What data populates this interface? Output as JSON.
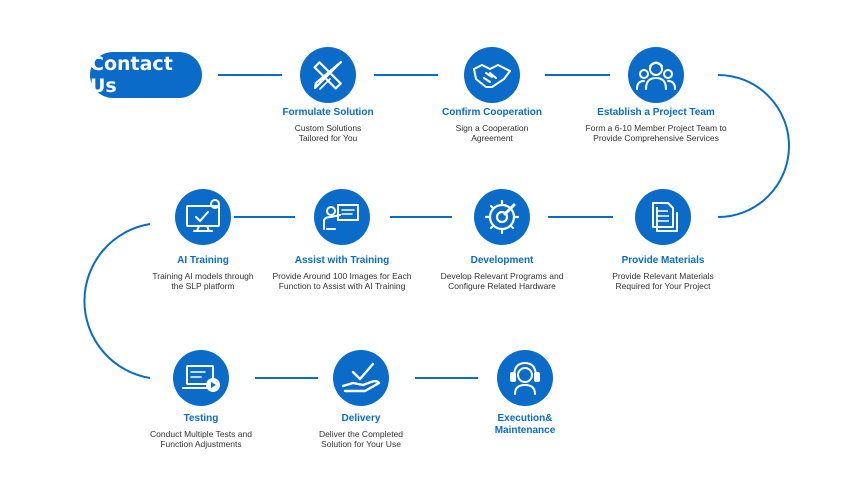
{
  "colors": {
    "accent": "#0a6cc8"
  },
  "contact": {
    "label": "Contact Us"
  },
  "steps": [
    {
      "icon": "pencil-ruler-icon",
      "title": "Formulate Solution",
      "desc": "Custom Solutions\nTailored for You"
    },
    {
      "icon": "handshake-icon",
      "title": "Confirm Cooperation",
      "desc": "Sign a Cooperation\nAgreement"
    },
    {
      "icon": "team-icon",
      "title": "Establish a Project Team",
      "desc": "Form a 6-10 Member Project Team to\nProvide Comprehensive Services"
    },
    {
      "icon": "documents-icon",
      "title": "Provide Materials",
      "desc": "Provide Relevant Materials\nRequired for Your Project"
    },
    {
      "icon": "wrench-gear-icon",
      "title": "Development",
      "desc": "Develop Relevant Programs and\nConfigure Related Hardware"
    },
    {
      "icon": "presenter-board-icon",
      "title": "Assist with Training",
      "desc": "Provide Around 100 Images for Each\nFunction to Assist with AI Training"
    },
    {
      "icon": "ai-monitor-icon",
      "title": "AI Training",
      "desc": "Training AI models through\nthe SLP platform"
    },
    {
      "icon": "laptop-video-icon",
      "title": "Testing",
      "desc": "Conduct Multiple Tests and\nFunction Adjustments"
    },
    {
      "icon": "hand-check-icon",
      "title": "Delivery",
      "desc": "Deliver the Completed\nSolution for Your Use"
    },
    {
      "icon": "headset-support-icon",
      "title": "Execution&\nMaintenance",
      "desc": ""
    }
  ]
}
